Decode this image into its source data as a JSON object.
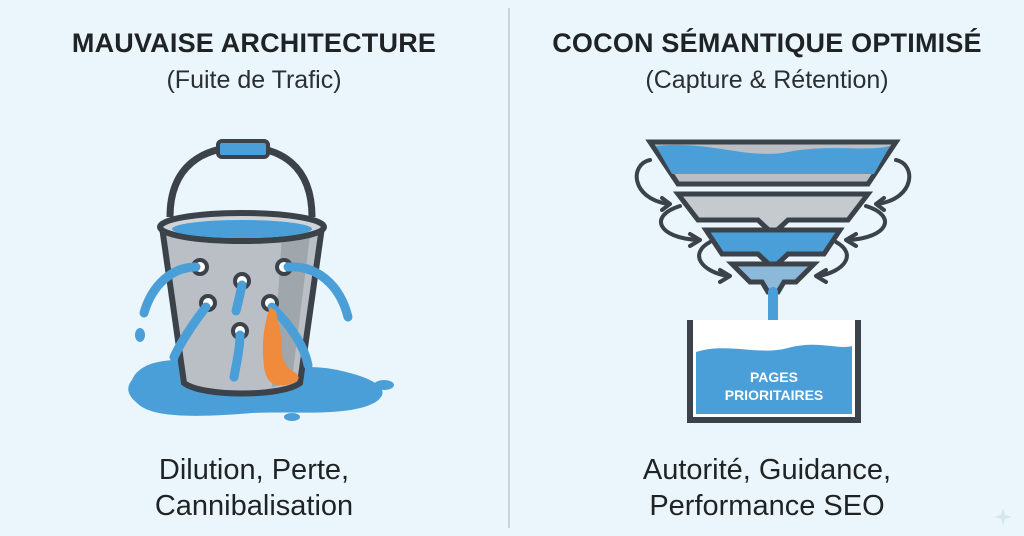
{
  "left_panel": {
    "title": "MAUVAISE ARCHITECTURE",
    "subtitle": "(Fuite de Trafic)",
    "caption_line1": "Dilution, Perte,",
    "caption_line2": "Cannibalisation"
  },
  "right_panel": {
    "title": "COCON SÉMANTIQUE OPTIMISÉ",
    "subtitle": "(Capture & Rétention)",
    "container_label_line1": "PAGES",
    "container_label_line2": "PRIORITAIRES",
    "caption_line1": "Autorité, Guidance,",
    "caption_line2": "Performance SEO"
  },
  "colors": {
    "background": "#eaf6fb",
    "water": "#4a9fd8",
    "water_dark": "#2f7fc0",
    "metal": "#b9bfc4",
    "outline": "#3b4249",
    "leak_orange": "#f08a3c"
  },
  "icons": [
    "leaking-bucket-icon",
    "funnel-icon",
    "container-icon",
    "sparkle-icon"
  ]
}
